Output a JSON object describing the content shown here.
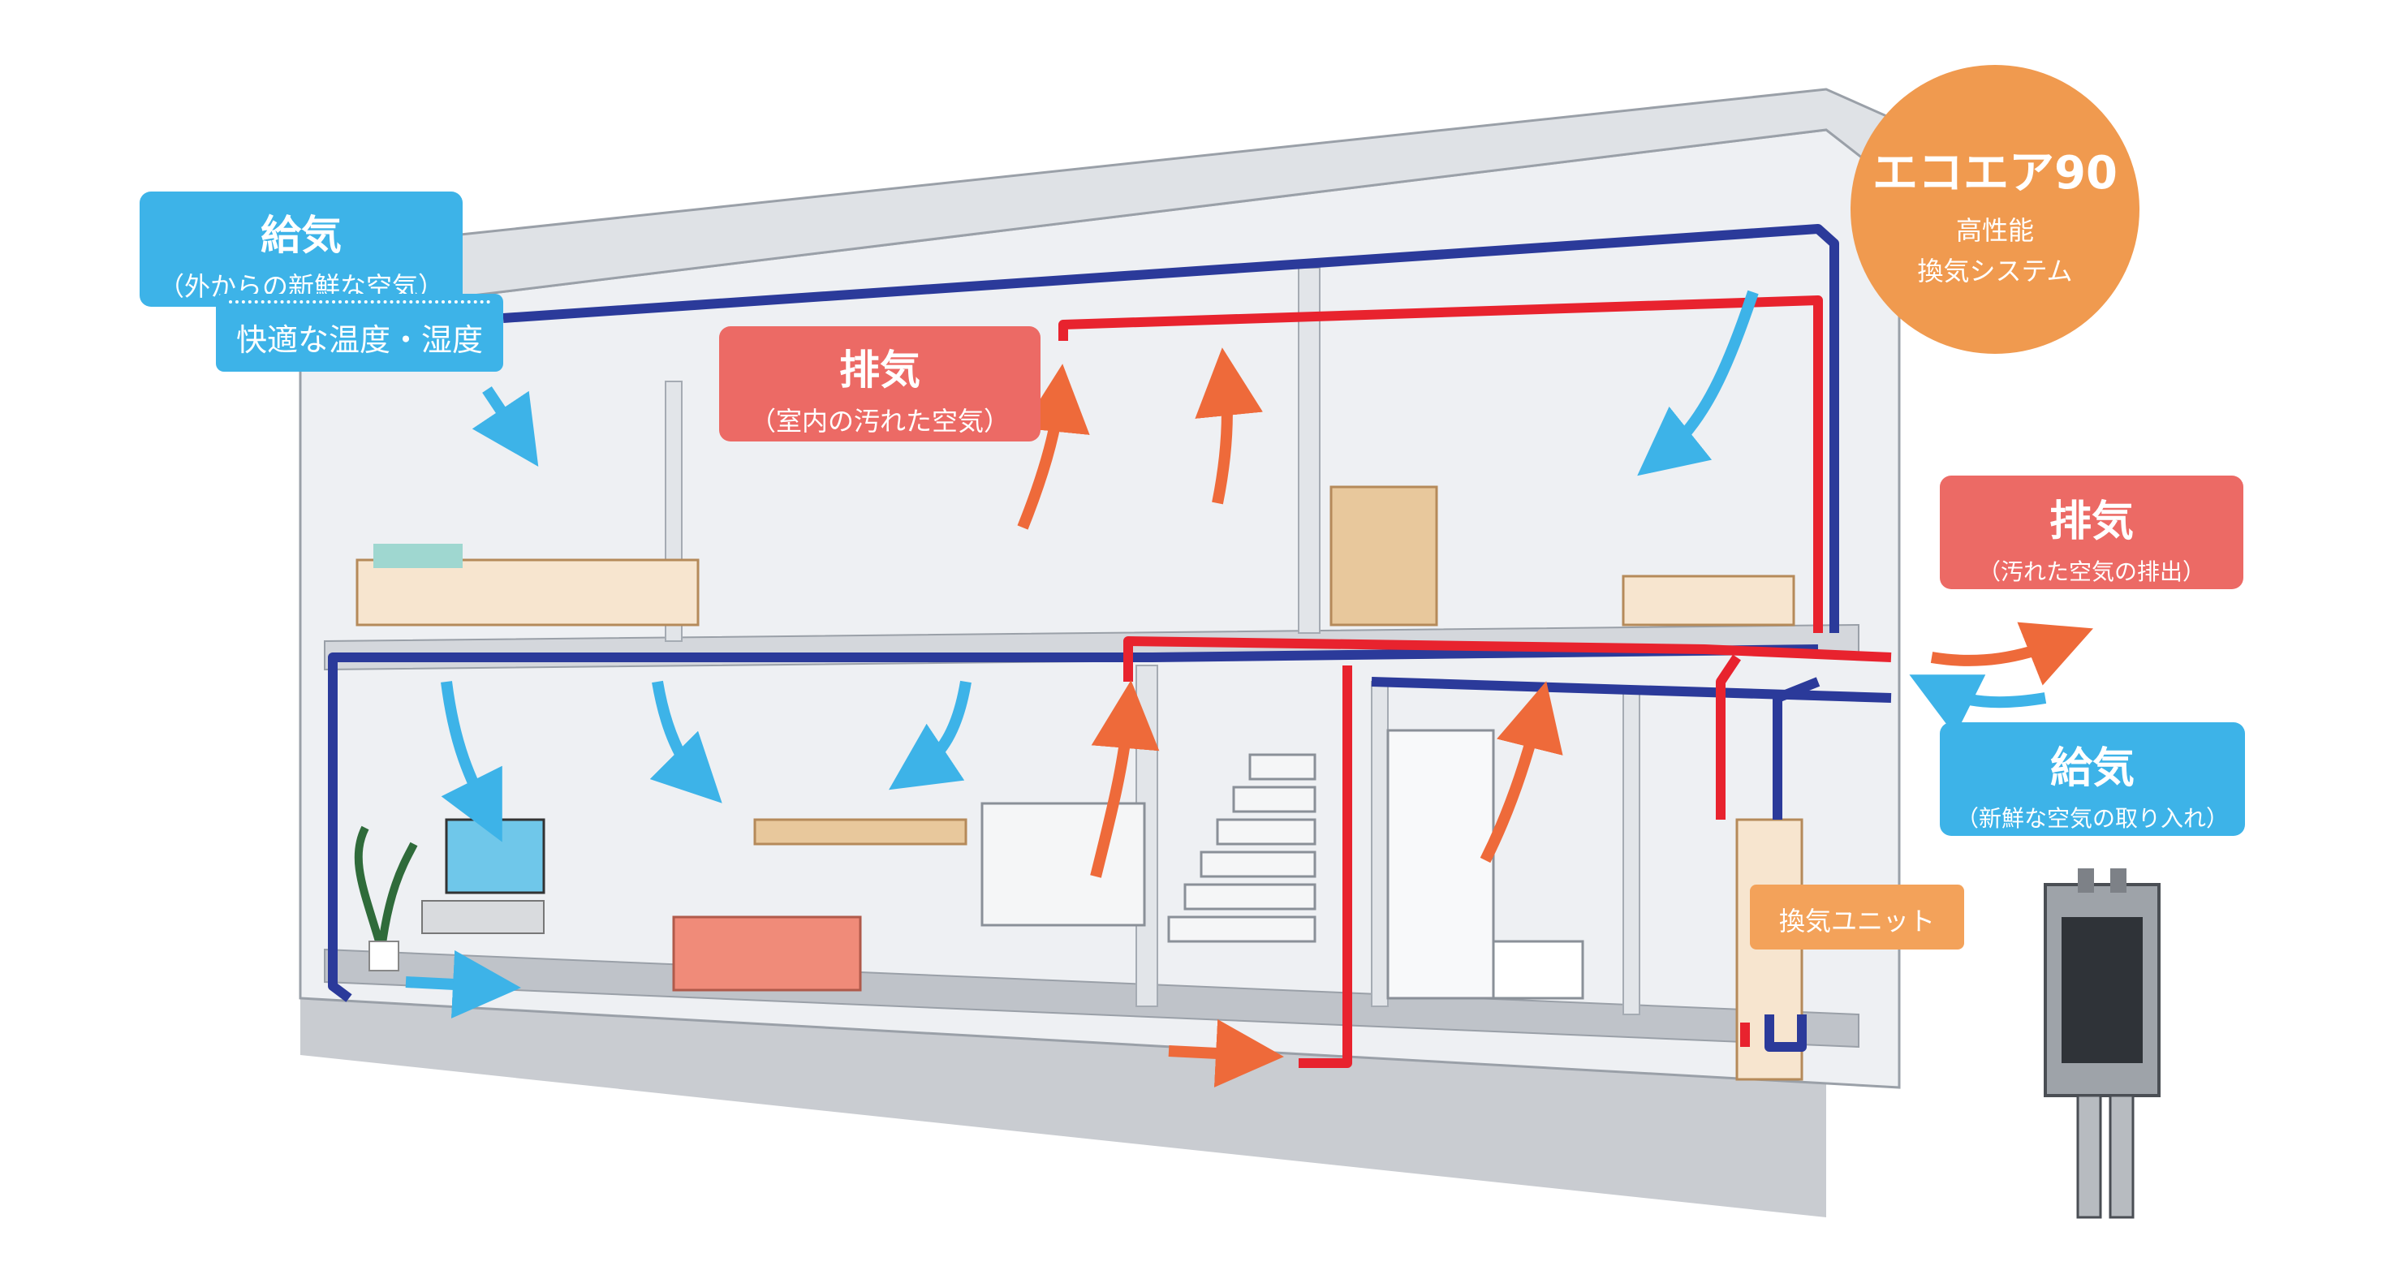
{
  "labels": {
    "supply_top": {
      "main": "給気",
      "sub": "（外からの新鮮な空気）"
    },
    "comfort": "快適な温度・湿度",
    "exhaust_top": {
      "main": "排気",
      "sub": "（室内の汚れた空気）"
    },
    "exhaust_right": {
      "main": "排気",
      "sub": "（汚れた空気の排出）"
    },
    "supply_right": {
      "main": "給気",
      "sub": "（新鮮な空気の取り入れ）"
    },
    "unit": "換気ユニット"
  },
  "product": {
    "name": "エコエア90",
    "line1": "高性能",
    "line2": "換気システム"
  },
  "colors": {
    "supply_duct": "#2b3a9a",
    "exhaust_duct": "#e8232e",
    "fresh_air_arrow": "#3db3e8",
    "stale_air_arrow": "#ee6a3a",
    "badge": "#f09a4f",
    "wall": "#e9ebee",
    "floor": "#c9ccd1"
  }
}
